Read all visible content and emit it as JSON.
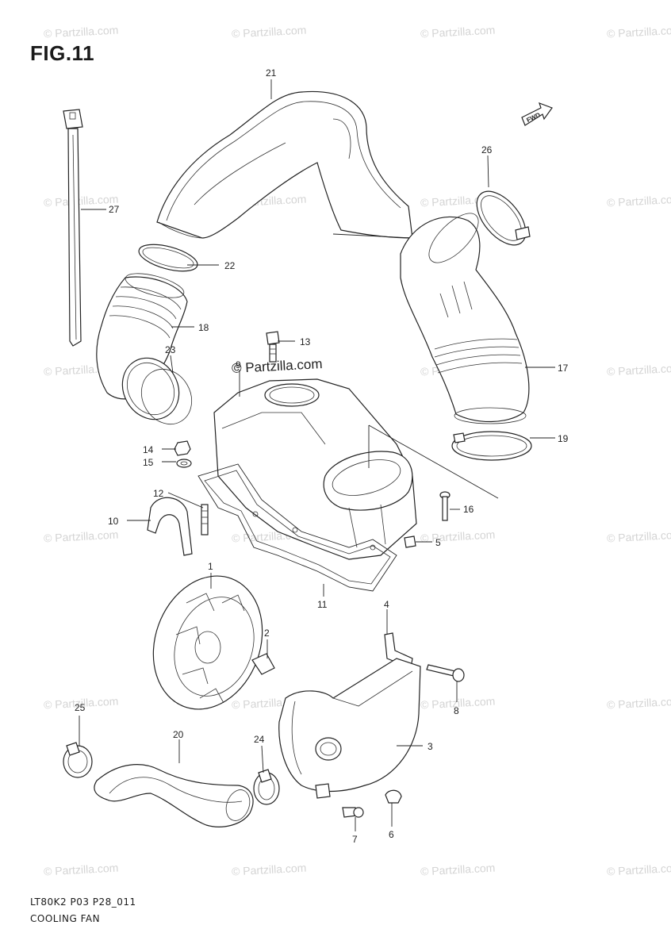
{
  "figure": {
    "title": "FIG.11",
    "code": "LT80K2 P03 P28_011",
    "name": "COOLING FAN"
  },
  "watermark": {
    "text": "© Partzilla.com",
    "main_text": "© Partzilla.com"
  },
  "fwd_symbol": "FWD",
  "callouts": {
    "p1": "1",
    "p2": "2",
    "p3": "3",
    "p4": "4",
    "p5": "5",
    "p6": "6",
    "p7": "7",
    "p8": "8",
    "p9": "9",
    "p10": "10",
    "p11": "11",
    "p12": "12",
    "p13": "13",
    "p14": "14",
    "p15": "15",
    "p16": "16",
    "p17": "17",
    "p18": "18",
    "p19": "19",
    "p20": "20",
    "p21": "21",
    "p22": "22",
    "p23": "23",
    "p24": "24",
    "p25": "25",
    "p26": "26",
    "p27": "27"
  }
}
